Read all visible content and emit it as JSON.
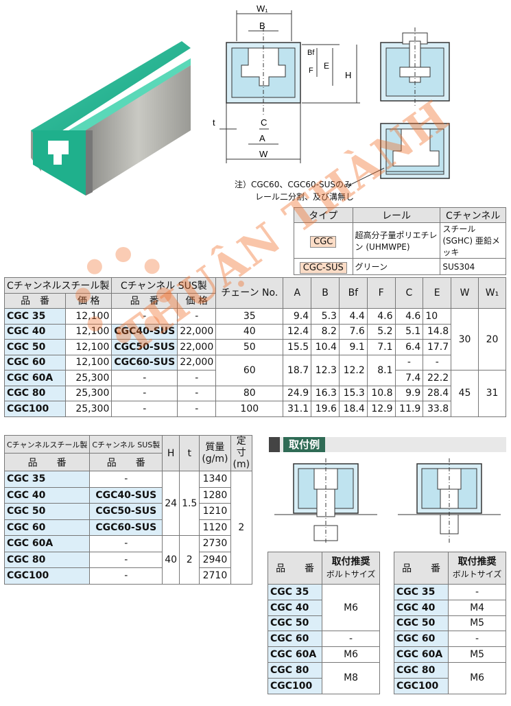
{
  "diagram": {
    "labels": {
      "w1": "W₁",
      "b": "B",
      "bf": "Bf",
      "f": "F",
      "e": "E",
      "h": "H",
      "t": "t",
      "c": "C",
      "a": "A",
      "w": "W"
    },
    "note_line1": "注）CGC60、CGC60-SUSのみ",
    "note_line2": "レール二分割、及び溝無し"
  },
  "material_table": {
    "headers": [
      "タイプ",
      "レール",
      "Cチャンネル"
    ],
    "rows": [
      {
        "type": "CGC",
        "rail": "超高分子量ポリエチレン (UHMWPE)",
        "channel": "スチール(SGHC) 亜鉛メッキ"
      },
      {
        "type": "CGC-SUS",
        "rail": "グリーン",
        "channel": "SUS304"
      }
    ]
  },
  "watermark": "THUẬN THÀNH",
  "main_table": {
    "h_steel": "Cチャンネルスチール製",
    "h_sus": "Cチャンネル SUS製",
    "h_part": "品　番",
    "h_price": "価 格",
    "h_chain": "チェーン No.",
    "dims": [
      "A",
      "B",
      "Bf",
      "F",
      "C",
      "E",
      "W",
      "W₁"
    ],
    "rows": [
      {
        "steel": "CGC  35",
        "price": "12,100",
        "sus": "-",
        "sprice": "-",
        "chain": "35",
        "A": "9.4",
        "B": "5.3",
        "Bf": "4.4",
        "F": "4.6",
        "C": "4.6",
        "E": "10"
      },
      {
        "steel": "CGC  40",
        "price": "12,100",
        "sus": "CGC40-SUS",
        "sprice": "22,000",
        "chain": "40",
        "A": "12.4",
        "B": "8.2",
        "Bf": "7.6",
        "F": "5.2",
        "C": "5.1",
        "E": "14.8"
      },
      {
        "steel": "CGC  50",
        "price": "12,100",
        "sus": "CGC50-SUS",
        "sprice": "22,000",
        "chain": "50",
        "A": "15.5",
        "B": "10.4",
        "Bf": "9.1",
        "F": "7.1",
        "C": "6.4",
        "E": "17.7"
      },
      {
        "steel": "CGC  60",
        "price": "12,100",
        "sus": "CGC60-SUS",
        "sprice": "22,000",
        "chain": "60",
        "A": "18.7",
        "B": "12.3",
        "Bf": "12.2",
        "F": "8.1",
        "C": "-",
        "E": "-"
      },
      {
        "steel": "CGC  60A",
        "price": "25,300",
        "sus": "-",
        "sprice": "-",
        "C": "7.4",
        "E": "22.2"
      },
      {
        "steel": "CGC  80",
        "price": "25,300",
        "sus": "-",
        "sprice": "-",
        "chain": "80",
        "A": "24.9",
        "B": "16.3",
        "Bf": "15.3",
        "F": "10.8",
        "C": "9.9",
        "E": "28.4"
      },
      {
        "steel": "CGC100",
        "price": "25,300",
        "sus": "-",
        "sprice": "-",
        "chain": "100",
        "A": "31.1",
        "B": "19.6",
        "Bf": "18.4",
        "F": "12.9",
        "C": "11.9",
        "E": "33.8"
      }
    ],
    "w_group1": "30",
    "w1_group1": "20",
    "w_group2": "45",
    "w1_group2": "31"
  },
  "weight_table": {
    "h_steel": "Cチャンネルスチール製",
    "h_sus": "Cチャンネル SUS製",
    "h_part": "品　　番",
    "h_part2": "品　　番",
    "h_h": "H",
    "h_t": "t",
    "h_mass": "質量 (g/m)",
    "h_len": "定寸 (m)",
    "rows": [
      {
        "steel": "CGC  35",
        "sus": "-",
        "mass": "1340"
      },
      {
        "steel": "CGC  40",
        "sus": "CGC40-SUS",
        "mass": "1280"
      },
      {
        "steel": "CGC  50",
        "sus": "CGC50-SUS",
        "mass": "1210"
      },
      {
        "steel": "CGC  60",
        "sus": "CGC60-SUS",
        "mass": "1120"
      },
      {
        "steel": "CGC  60A",
        "sus": "-",
        "mass": "2730"
      },
      {
        "steel": "CGC  80",
        "sus": "-",
        "mass": "2940"
      },
      {
        "steel": "CGC100",
        "sus": "-",
        "mass": "2710"
      }
    ],
    "h1": "24",
    "t1": "1.5",
    "h2": "40",
    "t2": "2",
    "len": "2"
  },
  "mount": {
    "title": "取付例",
    "h_part": "品　　番",
    "h_bolt": "取付推奨",
    "h_bolt2": "ボルトサイズ",
    "left": {
      "parts": [
        "CGC  35",
        "CGC  40",
        "CGC  50",
        "CGC  60",
        "CGC  60A",
        "CGC  80",
        "CGC100"
      ],
      "b1": "M6",
      "b2": "-",
      "b3": "M6",
      "b4": "M8"
    },
    "right": {
      "parts": [
        "CGC  35",
        "CGC  40",
        "CGC  50",
        "CGC  60",
        "CGC  60A",
        "CGC  80",
        "CGC100"
      ],
      "b1": "-",
      "b2": "M4",
      "b3": "M5",
      "b4": "-",
      "b5": "M5",
      "b6": "M6"
    }
  }
}
